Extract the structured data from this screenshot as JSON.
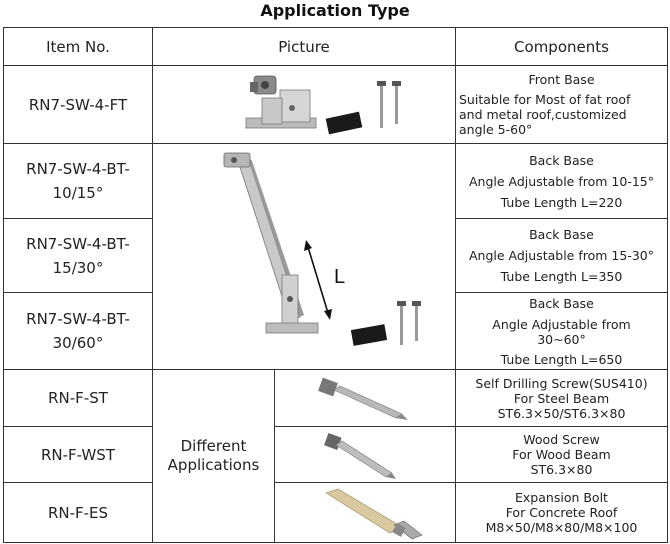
{
  "title": "Application Type",
  "headers": {
    "item": "Item No.",
    "picture": "Picture",
    "components": "Components"
  },
  "rows": [
    {
      "item": [
        "RN7-SW-4-FT"
      ],
      "comp": [
        "Front Base"
      ],
      "comp_desc": [
        "Suitable for Most of fat roof",
        "and metal roof,customized",
        "angle 5-60°"
      ]
    },
    {
      "item": [
        "RN7-SW-4-BT-",
        "10/15°"
      ],
      "comp": [
        "Back Base",
        "Angle Adjustable from 10-15°",
        "Tube Length L=220"
      ]
    },
    {
      "item": [
        "RN7-SW-4-BT-",
        "15/30°"
      ],
      "comp": [
        "Back Base",
        "Angle Adjustable from 15-30°",
        "Tube Length L=350"
      ]
    },
    {
      "item": [
        "RN7-SW-4-BT-",
        "30/60°"
      ],
      "comp": [
        "Back Base",
        "Angle Adjustable from",
        "30~60°",
        "Tube Length L=650"
      ]
    },
    {
      "item": [
        "RN-F-ST"
      ],
      "comp": [
        "Self Drilling Screw(SUS410)",
        "For Steel Beam",
        "ST6.3×50/ST6.3×80"
      ]
    },
    {
      "item": [
        "RN-F-WST"
      ],
      "comp": [
        "Wood Screw",
        "For Wood Beam",
        "ST6.3×80"
      ]
    },
    {
      "item": [
        "RN-F-ES"
      ],
      "comp": [
        "Expansion Bolt",
        "For Concrete Roof",
        "M8×50/M8×80/M8×100"
      ]
    }
  ],
  "applications": [
    "Different",
    "Applications"
  ],
  "picture_label": "L"
}
